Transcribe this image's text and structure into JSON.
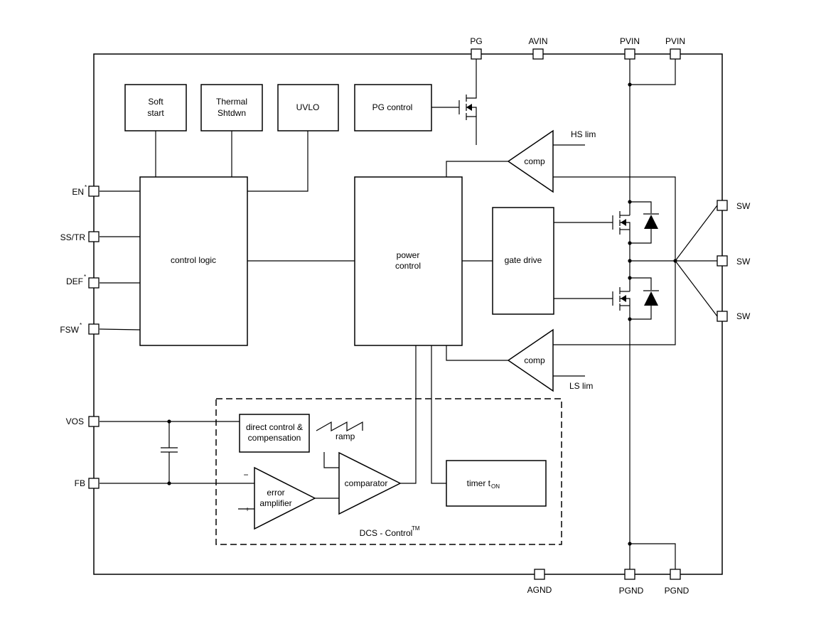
{
  "pins": {
    "pg": "PG",
    "avin": "AVIN",
    "pvin1": "PVIN",
    "pvin2": "PVIN",
    "en": "EN",
    "ss_tr": "SS/TR",
    "def": "DEF",
    "fsw": "FSW",
    "vos": "VOS",
    "fb": "FB",
    "sw1": "SW",
    "sw2": "SW",
    "sw3": "SW",
    "agnd": "AGND",
    "pgnd1": "PGND",
    "pgnd2": "PGND",
    "asterisk": "*"
  },
  "blocks": {
    "soft_start_1": "Soft",
    "soft_start_2": "start",
    "thermal_1": "Thermal",
    "thermal_2": "Shtdwn",
    "uvlo": "UVLO",
    "pg_control": "PG control",
    "control_logic": "control logic",
    "power_control_1": "power",
    "power_control_2": "control",
    "gate_drive": "gate drive",
    "comp_hs": "comp",
    "comp_ls": "comp",
    "hs_lim": "HS lim",
    "ls_lim": "LS lim",
    "direct_control_1": "direct control &",
    "direct_control_2": "compensation",
    "ramp": "ramp",
    "comparator": "comparator",
    "error_amp_1": "error",
    "error_amp_2": "amplifier",
    "minus": "−",
    "plus": "+",
    "timer": "timer t",
    "timer_sub": "ON",
    "dcs_label": "DCS - Control",
    "dcs_tm": "TM"
  }
}
